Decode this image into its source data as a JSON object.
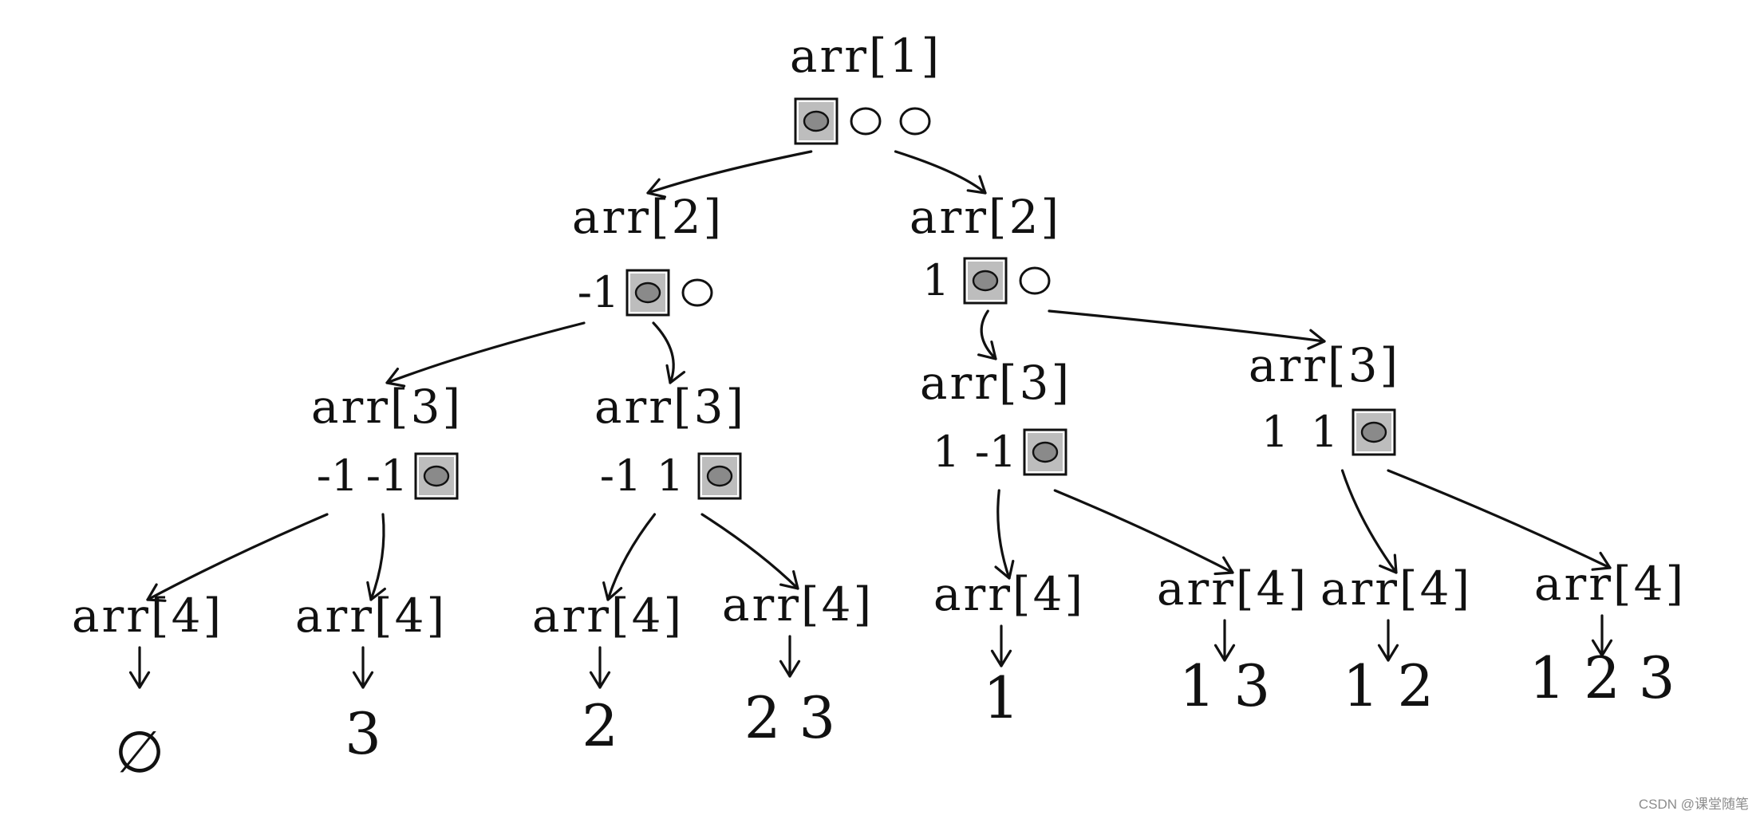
{
  "diagram": {
    "nodes": [
      {
        "id": "root",
        "label": "arr[1]",
        "state": [
          "●",
          "0",
          "0"
        ],
        "selected": 0
      },
      {
        "id": "l1a",
        "label": "arr[2]",
        "state": [
          "-1",
          "●",
          "0"
        ],
        "selected": 1
      },
      {
        "id": "l1b",
        "label": "arr[2]",
        "state": [
          "1",
          "●",
          "0"
        ],
        "selected": 1
      },
      {
        "id": "l2a",
        "label": "arr[3]",
        "state": [
          "-1",
          "-1",
          "●"
        ],
        "selected": 2
      },
      {
        "id": "l2b",
        "label": "arr[3]",
        "state": [
          "-1",
          "1",
          "●"
        ],
        "selected": 2
      },
      {
        "id": "l2c",
        "label": "arr[3]",
        "state": [
          "1",
          "-1",
          "●"
        ],
        "selected": 2
      },
      {
        "id": "l2d",
        "label": "arr[3]",
        "state": [
          "1",
          "1",
          "●"
        ],
        "selected": 2
      },
      {
        "id": "l3a",
        "label": "arr[4]",
        "result": "∅"
      },
      {
        "id": "l3b",
        "label": "arr[4]",
        "result": "3"
      },
      {
        "id": "l3c",
        "label": "arr[4]",
        "result": "2"
      },
      {
        "id": "l3d",
        "label": "arr[4]",
        "result": "2 3"
      },
      {
        "id": "l3e",
        "label": "arr[4]",
        "result": "1"
      },
      {
        "id": "l3f",
        "label": "arr[4]",
        "result": "1 3"
      },
      {
        "id": "l3g",
        "label": "arr[4]",
        "result": "1 2"
      },
      {
        "id": "l3h",
        "label": "arr[4]",
        "result": "1 2 3"
      }
    ],
    "edges": [
      [
        "root",
        "l1a"
      ],
      [
        "root",
        "l1b"
      ],
      [
        "l1a",
        "l2a"
      ],
      [
        "l1a",
        "l2b"
      ],
      [
        "l1b",
        "l2c"
      ],
      [
        "l1b",
        "l2d"
      ],
      [
        "l2a",
        "l3a"
      ],
      [
        "l2a",
        "l3b"
      ],
      [
        "l2b",
        "l3c"
      ],
      [
        "l2b",
        "l3d"
      ],
      [
        "l2c",
        "l3e"
      ],
      [
        "l2c",
        "l3f"
      ],
      [
        "l2d",
        "l3g"
      ],
      [
        "l2d",
        "l3h"
      ]
    ]
  },
  "watermark": "CSDN @课堂随笔"
}
